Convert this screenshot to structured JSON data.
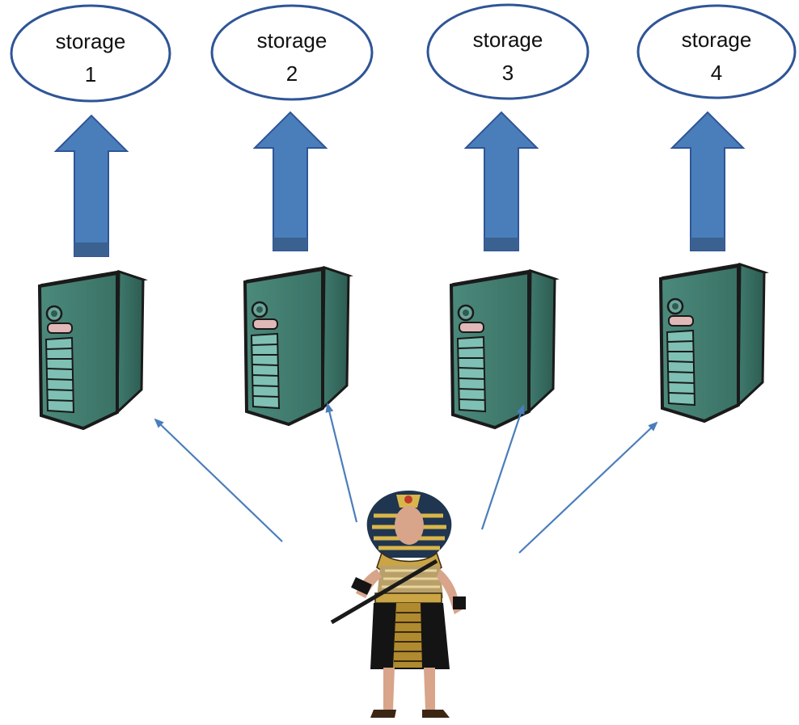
{
  "storage_nodes": [
    {
      "line1": "storage",
      "line2": "1"
    },
    {
      "line1": "storage",
      "line2": "2"
    },
    {
      "line1": "storage",
      "line2": "3"
    },
    {
      "line1": "storage",
      "line2": "4"
    }
  ],
  "icons": {
    "server": "server-tower-icon",
    "upload_arrow": "block-arrow-up-icon",
    "pointer_arrow": "thin-arrow-icon",
    "person": "pharaoh-figure-icon"
  },
  "colors": {
    "ellipse_stroke": "#2f5597",
    "block_arrow_fill": "#4a7ebb",
    "block_arrow_stroke": "#2f5597",
    "thin_arrow": "#4a7ebb",
    "server_body": "#3f7a6e",
    "server_dark": "#1a1a1a"
  }
}
